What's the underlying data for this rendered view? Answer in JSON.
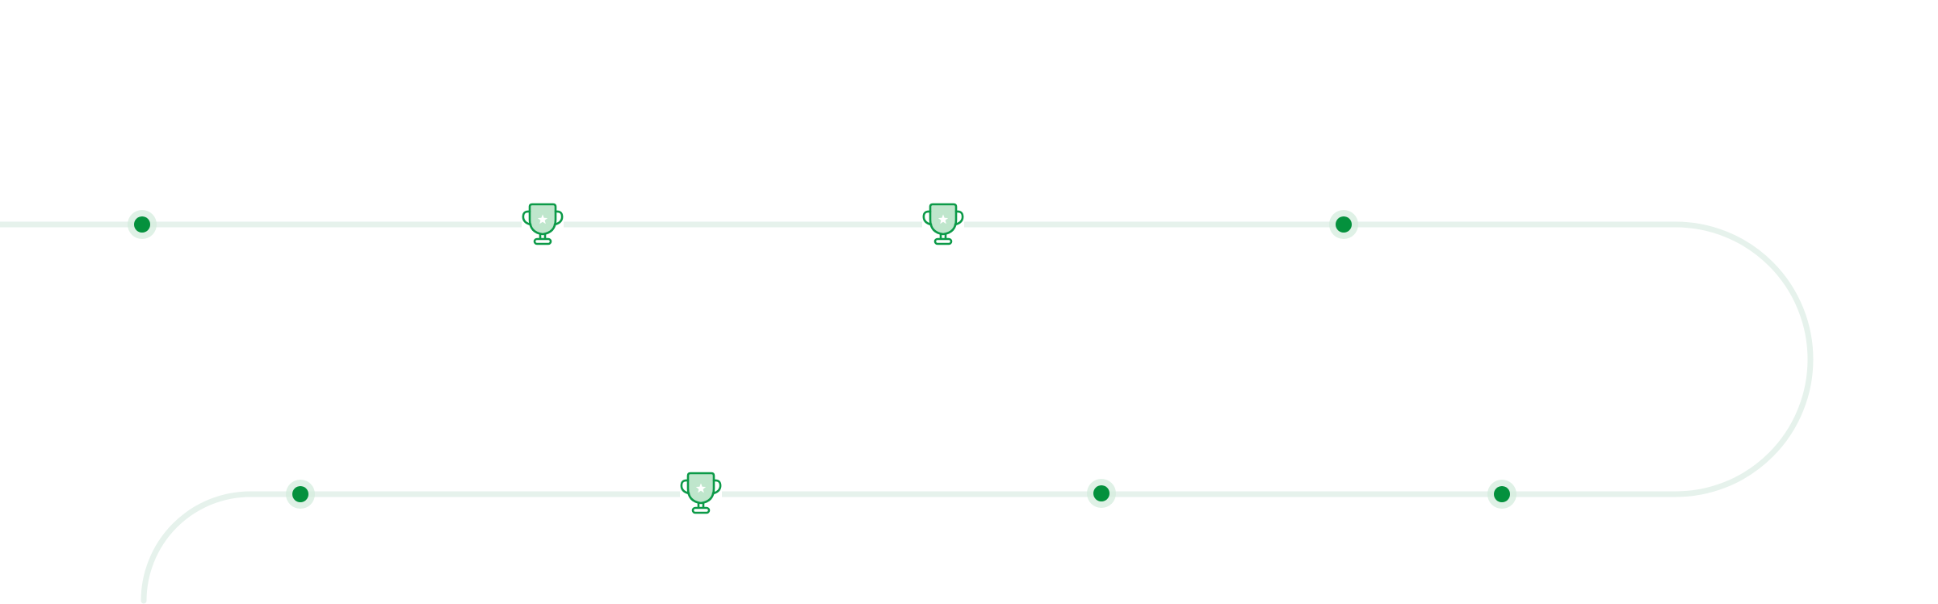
{
  "timeline": {
    "colors": {
      "track": "#e6f2ec",
      "dot": "#04913d",
      "halo": "#d4ecdd",
      "trophy_stroke": "#0c9a48",
      "trophy_fill": "#bfe6cc"
    },
    "milestones": [
      {
        "type": "dot",
        "icon": "milestone-dot"
      },
      {
        "type": "trophy",
        "icon": "trophy-icon"
      },
      {
        "type": "trophy",
        "icon": "trophy-icon"
      },
      {
        "type": "dot",
        "icon": "milestone-dot"
      },
      {
        "type": "dot",
        "icon": "milestone-dot"
      },
      {
        "type": "dot",
        "icon": "milestone-dot"
      },
      {
        "type": "trophy",
        "icon": "trophy-icon"
      },
      {
        "type": "dot",
        "icon": "milestone-dot"
      }
    ]
  }
}
